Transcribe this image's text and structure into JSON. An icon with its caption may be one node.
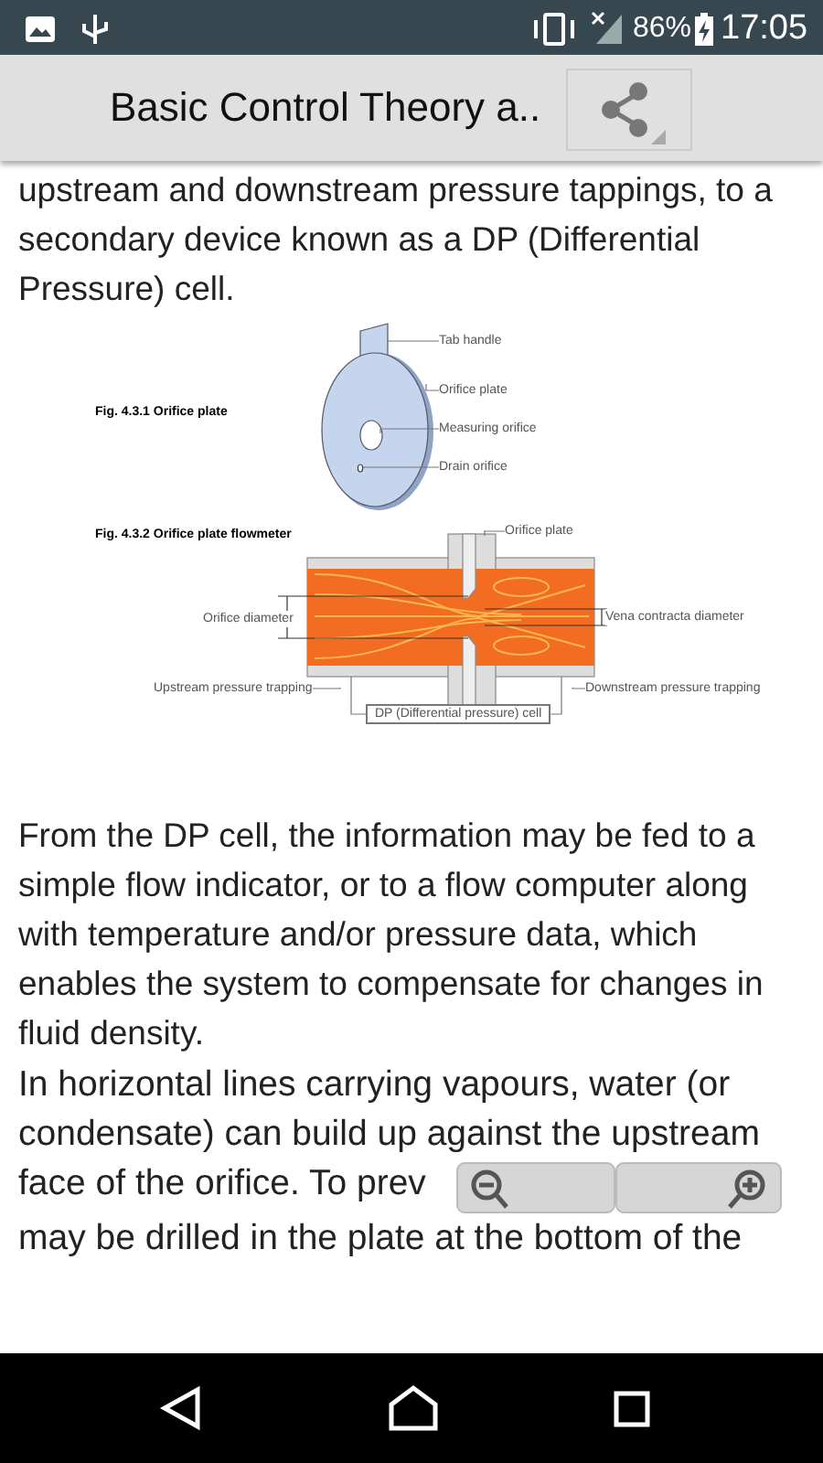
{
  "diagram": {
    "nodes": [
      {
        "text": [
          "Tab handle"
        ]
      },
      {
        "text": [
          "Orifice plate"
        ]
      },
      {
        "text": [
          "Measuring orifice"
        ]
      },
      {
        "text": [
          "Drain orifice"
        ]
      },
      {
        "text": [
          "Orifice plate"
        ]
      },
      {
        "text": [
          "Upstream pressure trapping"
        ]
      },
      {
        "text": [
          "Downstream pressure trapping"
        ]
      },
      {
        "text": [
          "DP (Differential pressure) cell"
        ]
      }
    ],
    "edges": [
      {
        "from": 0,
        "to": null,
        "arrow": "none"
      },
      {
        "from": 1,
        "to": null,
        "arrow": "none"
      },
      {
        "from": 2,
        "to": null,
        "arrow": "none"
      },
      {
        "from": 3,
        "to": null,
        "arrow": "none"
      },
      {
        "from": 4,
        "to": null,
        "arrow": "none"
      },
      {
        "from": 5,
        "to": null,
        "arrow": "none"
      },
      {
        "from": 6,
        "to": null,
        "arrow": "none"
      },
      {
        "from": 7,
        "to": null,
        "arrow": "none"
      },
      {
        "from": 7,
        "to": null,
        "arrow": "none"
      }
    ],
    "labels": [
      "86%",
      "17:05",
      "Basic Control Theory a..",
      "upstream and downstream pressure tappings, to a secondary device known as a DP (Differential Pressure) cell.",
      "Fig. 4.3.1 Orifice plate",
      "Fig. 4.3.2 Orifice plate flowmeter",
      "Orifice diameter",
      "Vena contracta diameter",
      "From the DP cell, the information may be fed to a simple flow indicator, or to a flow computer along with temperature and/or pressure data, which enables the system to compensate for changes in fluid density.",
      "In horizontal lines carrying vapours, water (or condensate) can build up against the upstream face of the orifice. To prev",
      "may be drilled in the plate at the bottom of the"
    ]
  }
}
